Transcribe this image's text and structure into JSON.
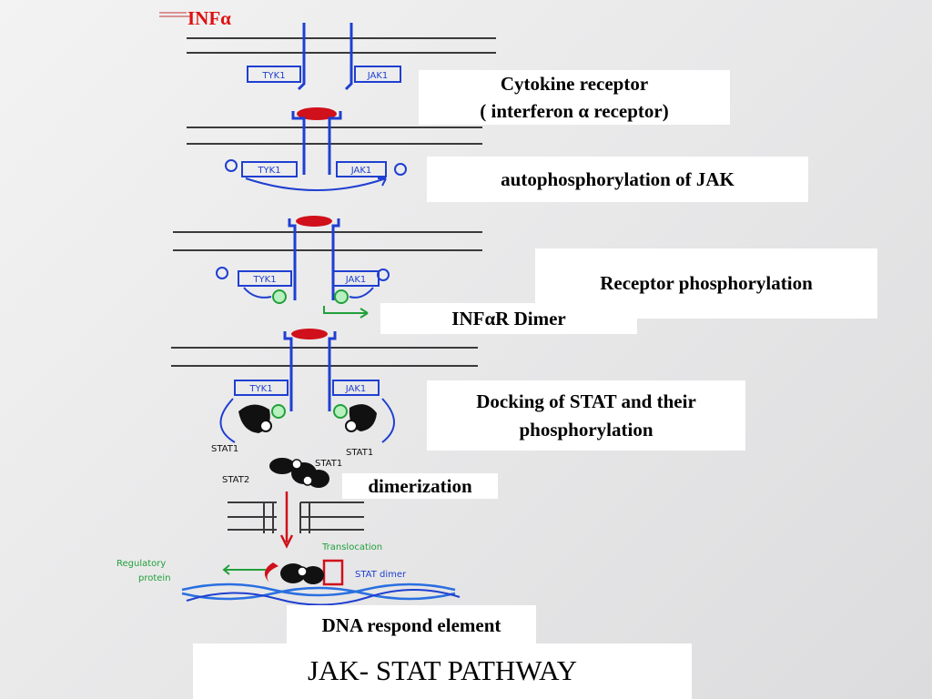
{
  "ligand_label": "INFα",
  "labels": {
    "cytokine_receptor_line1": "Cytokine receptor",
    "cytokine_receptor_line2": "( interferon α receptor)",
    "autophosphorylation": "autophosphorylation of JAK",
    "receptor_phosphorylation": "Receptor phosphorylation",
    "receptor_dimer": "INFαR Dimer",
    "docking_line1": "Docking of STAT and their",
    "docking_line2": "phosphorylation",
    "dimerization": "dimerization",
    "dna_element": "DNA respond element",
    "pathway_title": "JAK- STAT PATHWAY"
  },
  "colors": {
    "receptor_blue": "#1f3fd0",
    "ligand_red": "#d0101a",
    "membrane": "#3a3a3a",
    "phospho_green": "#22a03a",
    "dna_blue": "#2a6fe0",
    "stat_black": "#111111"
  }
}
